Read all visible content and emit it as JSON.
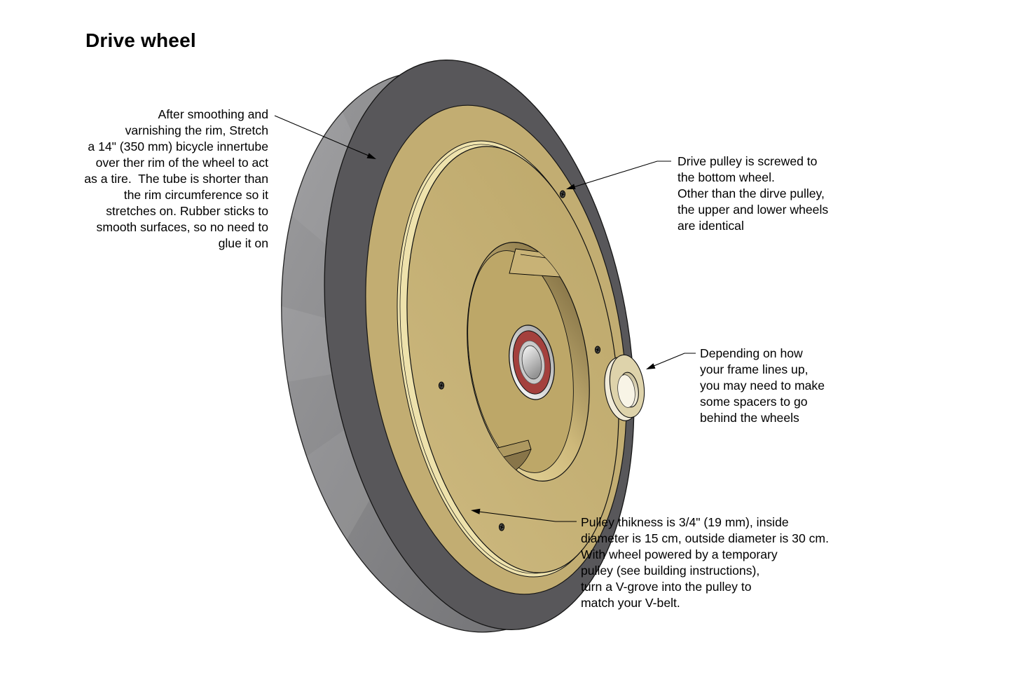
{
  "title": "Drive wheel",
  "annotations": {
    "tire_note": {
      "align": "right",
      "lines": [
        "After smoothing and",
        "varnishing the rim, Stretch",
        "a 14\" (350 mm) bicycle innertube",
        "over ther rim of the wheel to act",
        "as a tire.  The tube is shorter than",
        "the rim circumference so it",
        "stretches on. Rubber sticks to",
        "smooth surfaces, so no need to",
        "glue it on"
      ]
    },
    "drive_pulley_note": {
      "align": "left",
      "lines": [
        "Drive pulley is screwed to",
        "the bottom wheel.",
        "Other than the dirve pulley,",
        "the upper and lower wheels",
        "are identical"
      ]
    },
    "spacer_note": {
      "align": "left",
      "lines": [
        "Depending on how",
        "your frame lines up,",
        "you may need to make",
        "some spacers to go",
        "behind the wheels"
      ]
    },
    "pulley_spec_note": {
      "align": "left",
      "lines": [
        "Pulley thikness is 3/4\" (19 mm), inside",
        "diameter is 15 cm, outside diameter is 30 cm.",
        "With wheel powered by a temporary",
        "pulley (see building instructions),",
        "turn a V-grove into the pulley to",
        "match your V-belt."
      ]
    }
  },
  "parts": {
    "tire": "rubber tire",
    "wheel": "wooden band wheel",
    "drive_pulley": "drive pulley",
    "bearing": "center bearing",
    "spacer": "spacer ring",
    "screw": "mounting screw"
  },
  "colors": {
    "background": "#ffffff",
    "text": "#000000",
    "line": "#000000",
    "tire_dark": "#58575a",
    "tire_light": "#8e8e90",
    "wood_tan": "#c2ad72",
    "wood_tan_dark": "#bda768",
    "wood_cream": "#eee2ac",
    "recess_wall_dark": "#766440",
    "bearing_red": "#a4403d",
    "bearing_metal": "#e8e8e8",
    "spacer_cream": "#ded3ab"
  }
}
